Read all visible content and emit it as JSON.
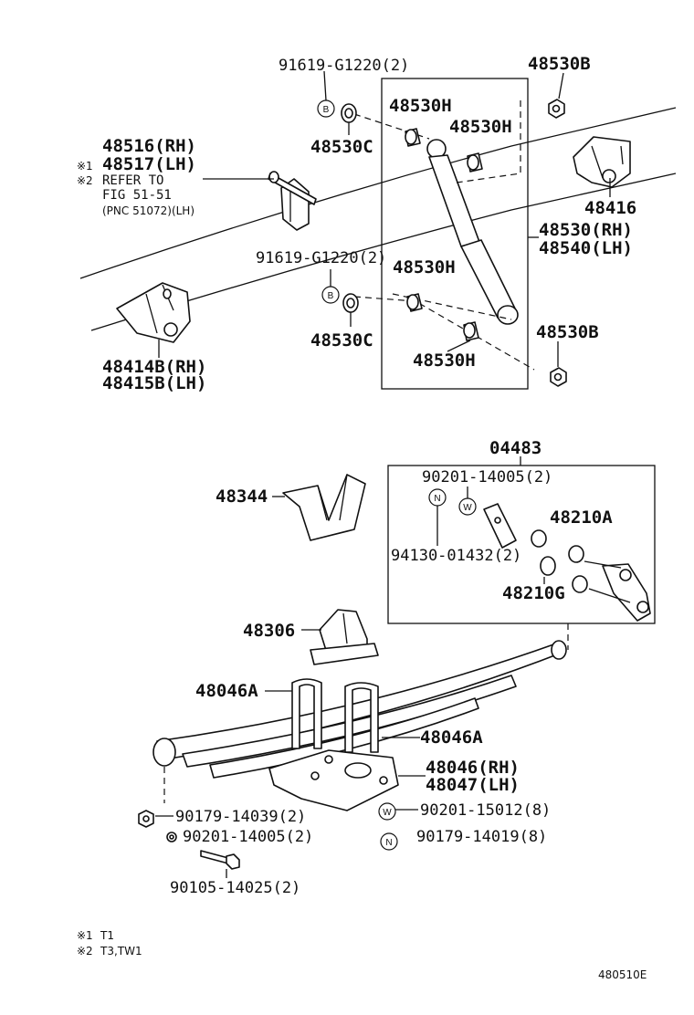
{
  "diagram_id": "480510E",
  "notes": [
    {
      "mark": "※1",
      "text": "T1"
    },
    {
      "mark": "※2",
      "text": "T3,TW1"
    }
  ],
  "symbols": {
    "B": "B",
    "N": "N",
    "W": "W"
  },
  "upper": {
    "bolt_top": "91619-G1220(2)",
    "bolt_mid": "91619-G1220(2)",
    "nut_top": "48530B",
    "nut_bot": "48530B",
    "bush_h1": "48530H",
    "bush_h2": "48530H",
    "bush_h3": "48530H",
    "bush_h4": "48530H",
    "cushion_top": "48530C",
    "cushion_bot": "48530C",
    "hanger_rh": "48516(RH)",
    "hanger_lh": "48517(LH)",
    "refer1_mark": "※1",
    "refer2_mark": "※2",
    "refer_to": "REFER TO",
    "refer_fig": "FIG 51-51",
    "refer_pnc": "(PNC 51072)(LH)",
    "bracket_r": "48416",
    "absorber_rh": "48530(RH)",
    "absorber_lh": "48540(LH)",
    "bracket_l_rh": "48414B(RH)",
    "bracket_l_lh": "48415B(LH)"
  },
  "lower": {
    "kit": "04483",
    "kit_bolt": "90201-14005(2)",
    "kit_nut": "94130-01432(2)",
    "bush_a": "48210A",
    "bush_g": "48210G",
    "bumper_bracket": "48344",
    "bumper": "48306",
    "ubolt_a": "48046A",
    "ubolt_b": "48046A",
    "seat_rh": "48046(RH)",
    "seat_lh": "48047(LH)",
    "nut1": "90179-14039(2)",
    "washer1": "90201-14005(2)",
    "bolt1": "90105-14025(2)",
    "washer2": "90201-15012(8)",
    "nut2": "90179-14019(8)"
  }
}
